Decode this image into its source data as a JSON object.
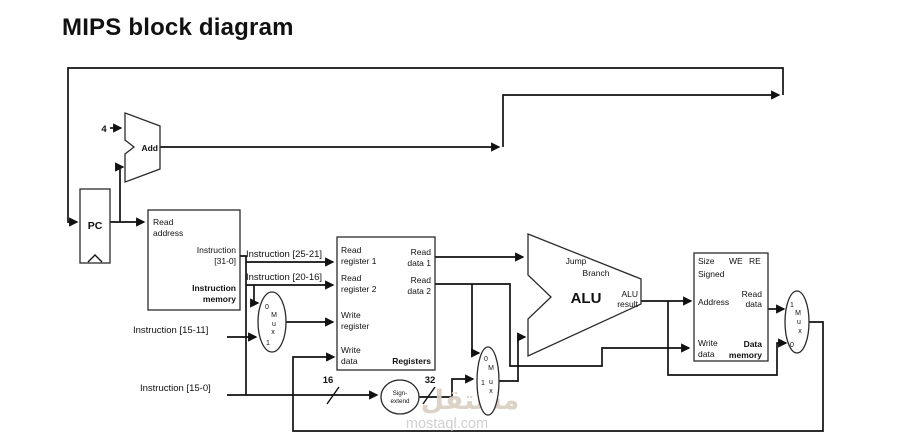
{
  "page": {
    "title": "MIPS block diagram"
  },
  "colors": {
    "wire": "#111111",
    "box_border": "#2b2b2b",
    "watermark_logo": "#d9cec0",
    "watermark_text": "#cbcbcb"
  },
  "pc": {
    "label": "PC"
  },
  "adder": {
    "label": "Add",
    "operand": "4"
  },
  "instruction_memory": {
    "read_address": [
      "Read",
      "address"
    ],
    "instruction_out": [
      "Instruction",
      "[31-0]"
    ],
    "name": [
      "Instruction",
      "memory"
    ]
  },
  "buses": {
    "i25_21": "Instruction [25-21]",
    "i20_16": "Instruction [20-16]",
    "i15_11": "Instruction [15-11]",
    "i15_0": "Instruction [15-0]",
    "width_in": "16",
    "width_out": "32"
  },
  "mux_regdst": {
    "labels": [
      "0",
      "M",
      "u",
      "x",
      "1"
    ]
  },
  "mux_alusrc": {
    "labels": [
      "0",
      "M",
      "1",
      "u",
      "x"
    ]
  },
  "mux_writeback": {
    "labels": [
      "1",
      "M",
      "u",
      "x",
      "0"
    ]
  },
  "sign_extend": {
    "name": [
      "Sign-",
      "extend"
    ]
  },
  "registers": {
    "ports_left": [
      [
        "Read",
        "register 1"
      ],
      [
        "Read",
        "register 2"
      ],
      [
        "Write",
        "register"
      ],
      [
        "Write",
        "data"
      ]
    ],
    "ports_right": [
      [
        "Read",
        "data 1"
      ],
      [
        "Read",
        "data 2"
      ]
    ],
    "name": "Registers"
  },
  "alu": {
    "flags": [
      "Jump",
      "Branch"
    ],
    "name": "ALU",
    "result": [
      "ALU",
      "result"
    ]
  },
  "data_memory": {
    "size": "Size",
    "we": "WE",
    "re": "RE",
    "signed": "Signed",
    "address": "Address",
    "read_data": [
      "Read",
      "data"
    ],
    "write_data": [
      "Write",
      "data"
    ],
    "name": [
      "Data",
      "memory"
    ]
  },
  "watermark": {
    "logo": "مستقل",
    "domain": "mostaql.com"
  }
}
